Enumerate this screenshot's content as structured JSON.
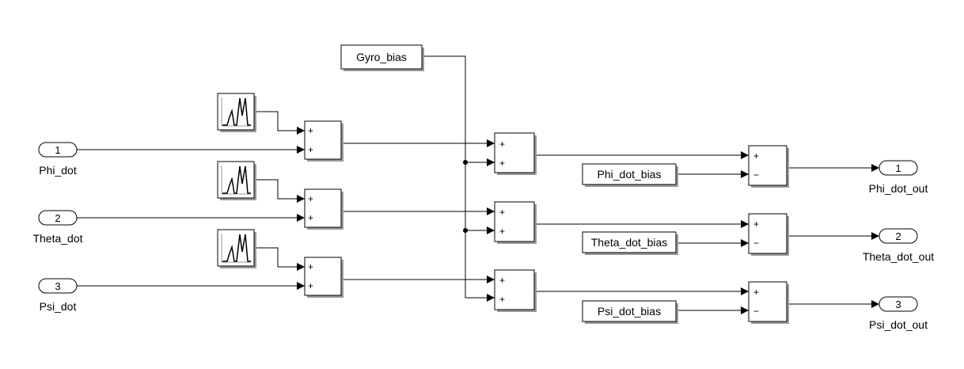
{
  "inports": [
    {
      "number": "1",
      "label": "Phi_dot"
    },
    {
      "number": "2",
      "label": "Theta_dot"
    },
    {
      "number": "3",
      "label": "Psi_dot"
    }
  ],
  "outports": [
    {
      "number": "1",
      "label": "Phi_dot_out"
    },
    {
      "number": "2",
      "label": "Theta_dot_out"
    },
    {
      "number": "3",
      "label": "Psi_dot_out"
    }
  ],
  "constants": {
    "gyro_bias": "Gyro_bias",
    "biases": [
      "Phi_dot_bias",
      "Theta_dot_bias",
      "Psi_dot_bias"
    ]
  },
  "sum_signs": {
    "plus": "+",
    "minus": "−"
  },
  "icons": {
    "signal_source": "signal-waveform-icon"
  }
}
